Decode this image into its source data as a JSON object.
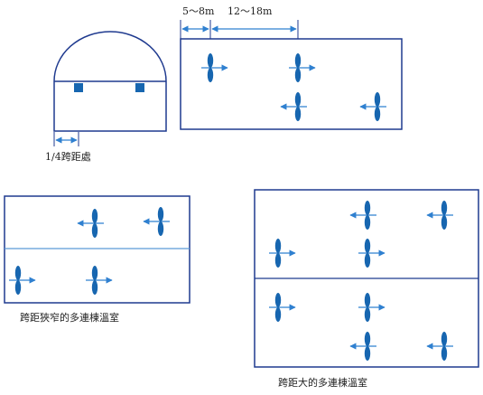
{
  "labels": {
    "dimension_near": "5～8m",
    "dimension_far": "12～18m",
    "quarter_span": "1/4跨距處",
    "narrow_caption": "跨距狹窄的多連棟溫室",
    "wide_caption": "跨距大的多連棟溫室"
  },
  "colors": {
    "outline": "#1f3a8f",
    "fan": "#1766b0",
    "arrow": "#2f80d0",
    "divider": "#5a9bd8"
  },
  "icons": {
    "fan": "propeller-fan-icon",
    "airflow": "arrow-icon"
  }
}
